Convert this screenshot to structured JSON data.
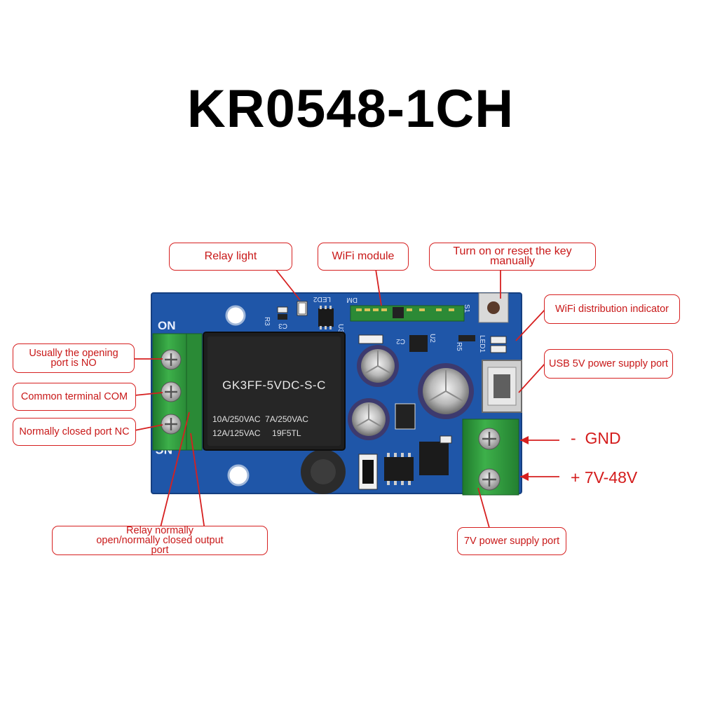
{
  "title": "KR0548-1CH",
  "board": {
    "relay_model": "GK3FF-5VDC-S-C",
    "relay_rating_1": "10A/250VAC  7A/250VAC",
    "relay_rating_2": "12A/125VAC     19F5TL",
    "silk_on": "ON",
    "silk_nc": "NC",
    "silk_led2": "LED2",
    "silk_dm": "DM",
    "silk_r3": "R3",
    "silk_c3": "C3",
    "silk_u3": "U3",
    "silk_c2": "C2",
    "silk_u2": "U2",
    "silk_s1": "S1",
    "silk_led1": "LED1",
    "silk_r5": "R5"
  },
  "callouts": {
    "relay_light": "Relay light",
    "wifi_module": "WiFi module",
    "reset_key": "Turn on or reset the key manually",
    "wifi_indicator": "WiFi distribution indicator",
    "usb_port": "USB 5V power supply port",
    "no_port": "Usually the opening port is NO",
    "com_port": "Common terminal COM",
    "nc_port": "Normally closed port NC",
    "relay_output": "Relay normally open/normally closed output port",
    "power_port": "7V power supply port"
  },
  "labels": {
    "gnd": "-  GND",
    "vin": "+ 7V-48V"
  },
  "colors": {
    "pcb": "#1f56a8",
    "terminal": "#2e9a3c",
    "callout_red": "#d62020"
  }
}
